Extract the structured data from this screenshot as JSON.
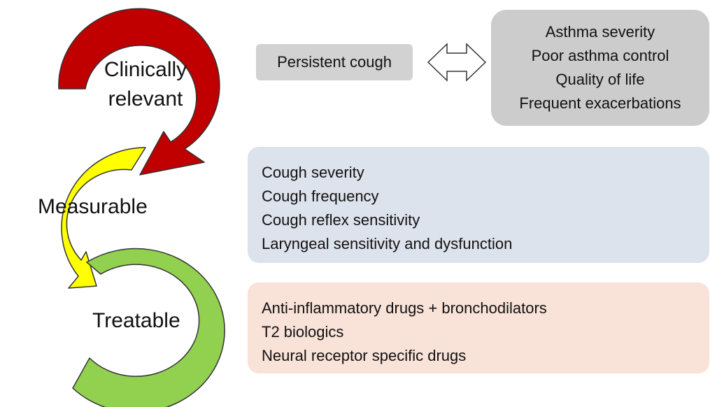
{
  "cycle_labels": {
    "clinical_line1": "Clinically",
    "clinical_line2": "relevant",
    "measurable": "Measurable",
    "treatable": "Treatable"
  },
  "persistent_cough": "Persistent cough",
  "asthma_outcomes": [
    "Asthma severity",
    "Poor asthma control",
    "Quality of life",
    "Frequent exacerbations"
  ],
  "measurements": [
    "Cough severity",
    "Cough frequency",
    "Cough reflex sensitivity",
    "Laryngeal sensitivity and dysfunction"
  ],
  "treatments": [
    "Anti-inflammatory drugs + bronchodilators",
    "T2 biologics",
    "Neural receptor specific drugs"
  ],
  "colors": {
    "clinical_arrow": "#c00000",
    "measurable_arrow": "#ffff00",
    "treatable_arrow": "#92d050",
    "outline": "#333333"
  }
}
